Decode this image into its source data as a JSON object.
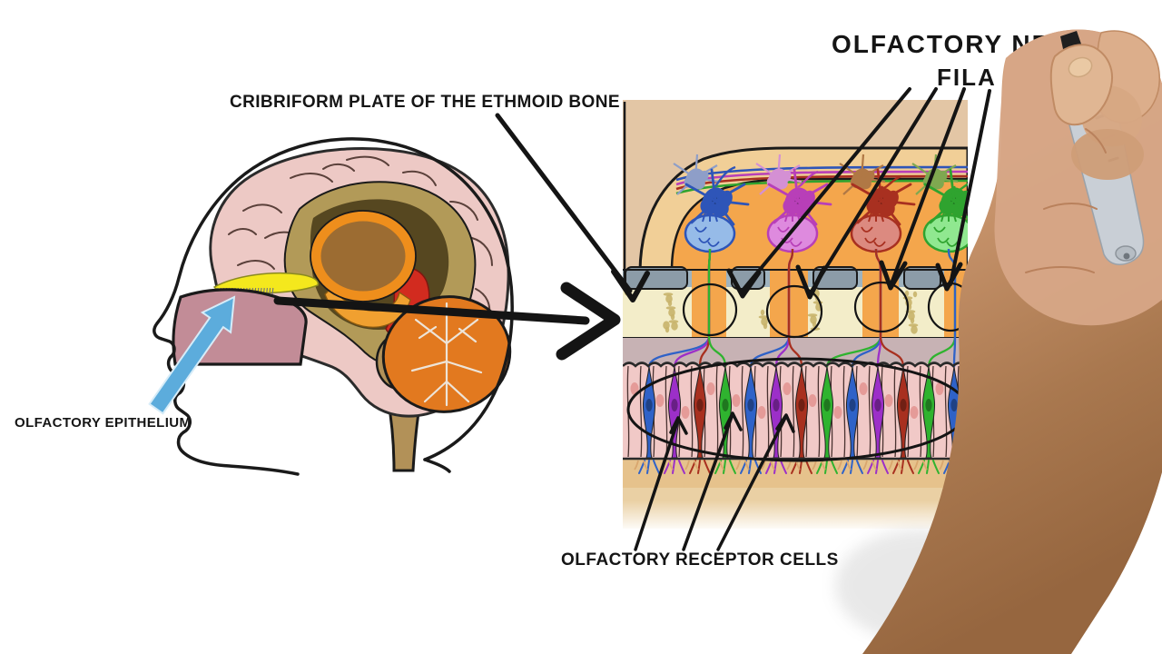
{
  "labels": {
    "cribriform_plate": "CRIBRIFORM PLATE OF THE ETHMOID BONE",
    "olfactory_epithelium": "OLFACTORY EPITHELIUM",
    "olfactory_nerve_partial": "OLFACTORY NE",
    "fila": "FILA",
    "olfactory_receptor_cells": "OLFACTORY RECEPTOR CELLS"
  },
  "colors": {
    "background": "#ffffff",
    "annotation_ink": "#141414",
    "pointer_arrow_blue": "#5cacdc",
    "brain_pink": "#edc9c5",
    "brain_tan_band": "#b29a58",
    "brain_dark_core": "#564720",
    "corpus_callosum_orange": "#ee8e1c",
    "midbrain_red": "#d22b1f",
    "cerebellum_orange": "#e2791f",
    "olfactory_bulb_yellow": "#f4e81d",
    "nasal_cavity_mauve": "#c28c97",
    "diagram_background_tan": "#e3c6a5",
    "bulb_outer_cream": "#f1cf97",
    "bulb_inner_orange": "#f4a64c",
    "cribriform_gray_band": "#9fb3bf",
    "cribriform_gray_block": "#8c9ca8",
    "bone_cream": "#f3edc9",
    "bone_speckle": "#c8b26a",
    "lamina_mauve": "#c7b2b4",
    "epithelium_pink": "#f1c9c7",
    "mucus_tan": "#e6c28c",
    "receptor_cell_colors": [
      "#2f62c8",
      "#9c2fc8",
      "#a8301f",
      "#2fb32f"
    ],
    "glomerulus_fills": [
      "#96bbe8",
      "#de8ade",
      "#dc8a80",
      "#90e890"
    ],
    "neuron_colors": [
      "#2e55b8",
      "#b83fb8",
      "#a83020",
      "#2fa32f"
    ],
    "neuron_ghost_colors": [
      "#8e9ec8",
      "#d490d4",
      "#b07845",
      "#7fa850"
    ],
    "marker_gray": "#c9cfd6",
    "marker_tip_black": "#1f1f1f",
    "hand_skin": "#d7a787",
    "arm_skin": "#a97850"
  }
}
